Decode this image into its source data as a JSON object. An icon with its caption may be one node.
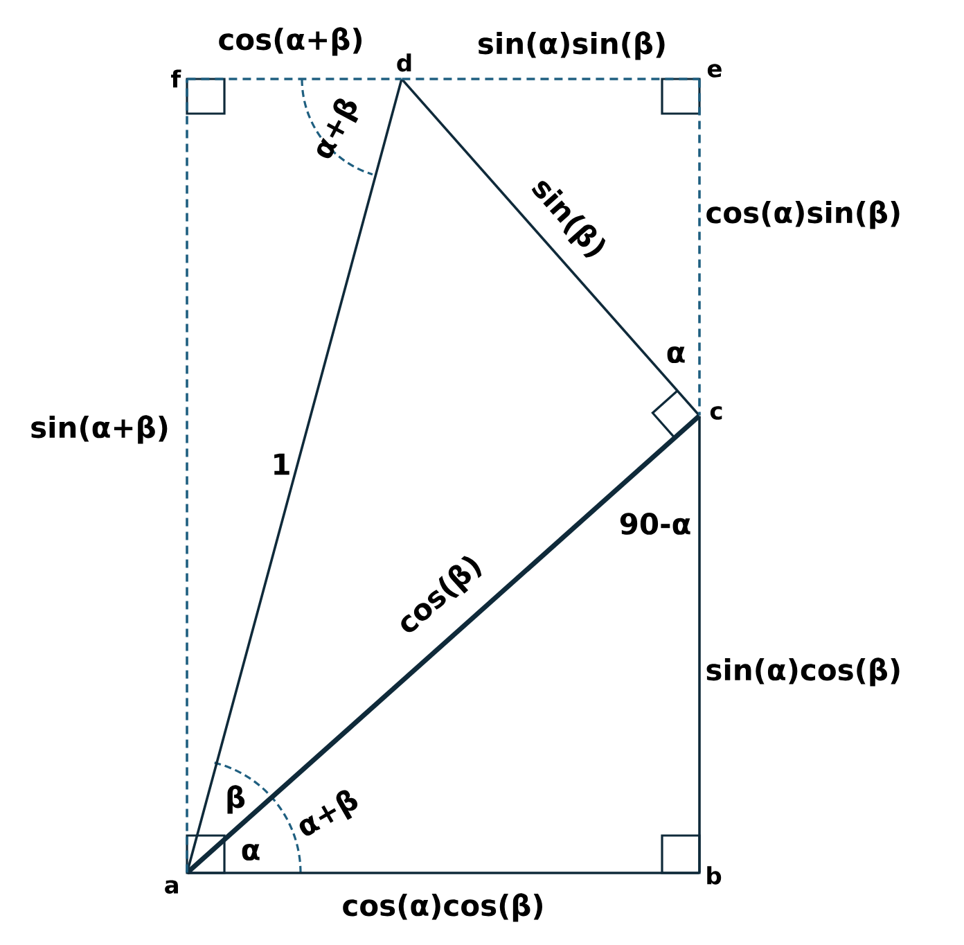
{
  "diagram": {
    "nodes": [
      {
        "text": [
          "f"
        ]
      },
      {
        "text": [
          "d"
        ]
      },
      {
        "text": [
          "e"
        ]
      },
      {
        "text": [
          "c"
        ]
      },
      {
        "text": [
          "a"
        ]
      },
      {
        "text": [
          "b"
        ]
      }
    ],
    "edges": [
      {
        "from": 4,
        "to": 5,
        "arrow": "none",
        "label": "cos(α)cos(β)"
      },
      {
        "from": 5,
        "to": 3,
        "arrow": "none",
        "label": "sin(α)cos(β)"
      },
      {
        "from": 4,
        "to": 3,
        "arrow": "none",
        "label": "cos(β)",
        "style": "thick"
      },
      {
        "from": 4,
        "to": 1,
        "arrow": "none",
        "label": "1"
      },
      {
        "from": 1,
        "to": 3,
        "arrow": "none",
        "label": "sin(β)"
      },
      {
        "from": 1,
        "to": 2,
        "arrow": "none",
        "label": "sin(α)sin(β)",
        "style": "dashed",
        "color": "#1f5f80"
      },
      {
        "from": 2,
        "to": 3,
        "arrow": "none",
        "label": "cos(α)sin(β)",
        "style": "dashed",
        "color": "#1f5f80"
      },
      {
        "from": 0,
        "to": 1,
        "arrow": "none",
        "label": "cos(α+β)",
        "style": "dashed",
        "color": "#1f5f80"
      },
      {
        "from": 4,
        "to": 0,
        "arrow": "none",
        "label": "sin(α+β)",
        "style": "dashed",
        "color": "#1f5f80"
      }
    ],
    "labels": [
      "α+β",
      "α",
      "90-α",
      "β",
      "α+β",
      "α"
    ]
  }
}
